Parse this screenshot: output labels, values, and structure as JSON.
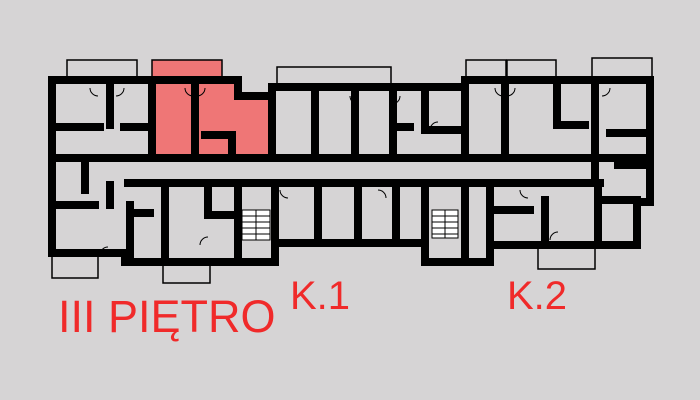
{
  "plan": {
    "floor_label": "III PIĘTRO",
    "stairwells": [
      {
        "label": "K.1"
      },
      {
        "label": "K.2"
      }
    ],
    "highlight_color": "#ef7676",
    "wall_color": "#000000",
    "label_color": "#f02a2a",
    "background_color": "#d6d4d5"
  }
}
